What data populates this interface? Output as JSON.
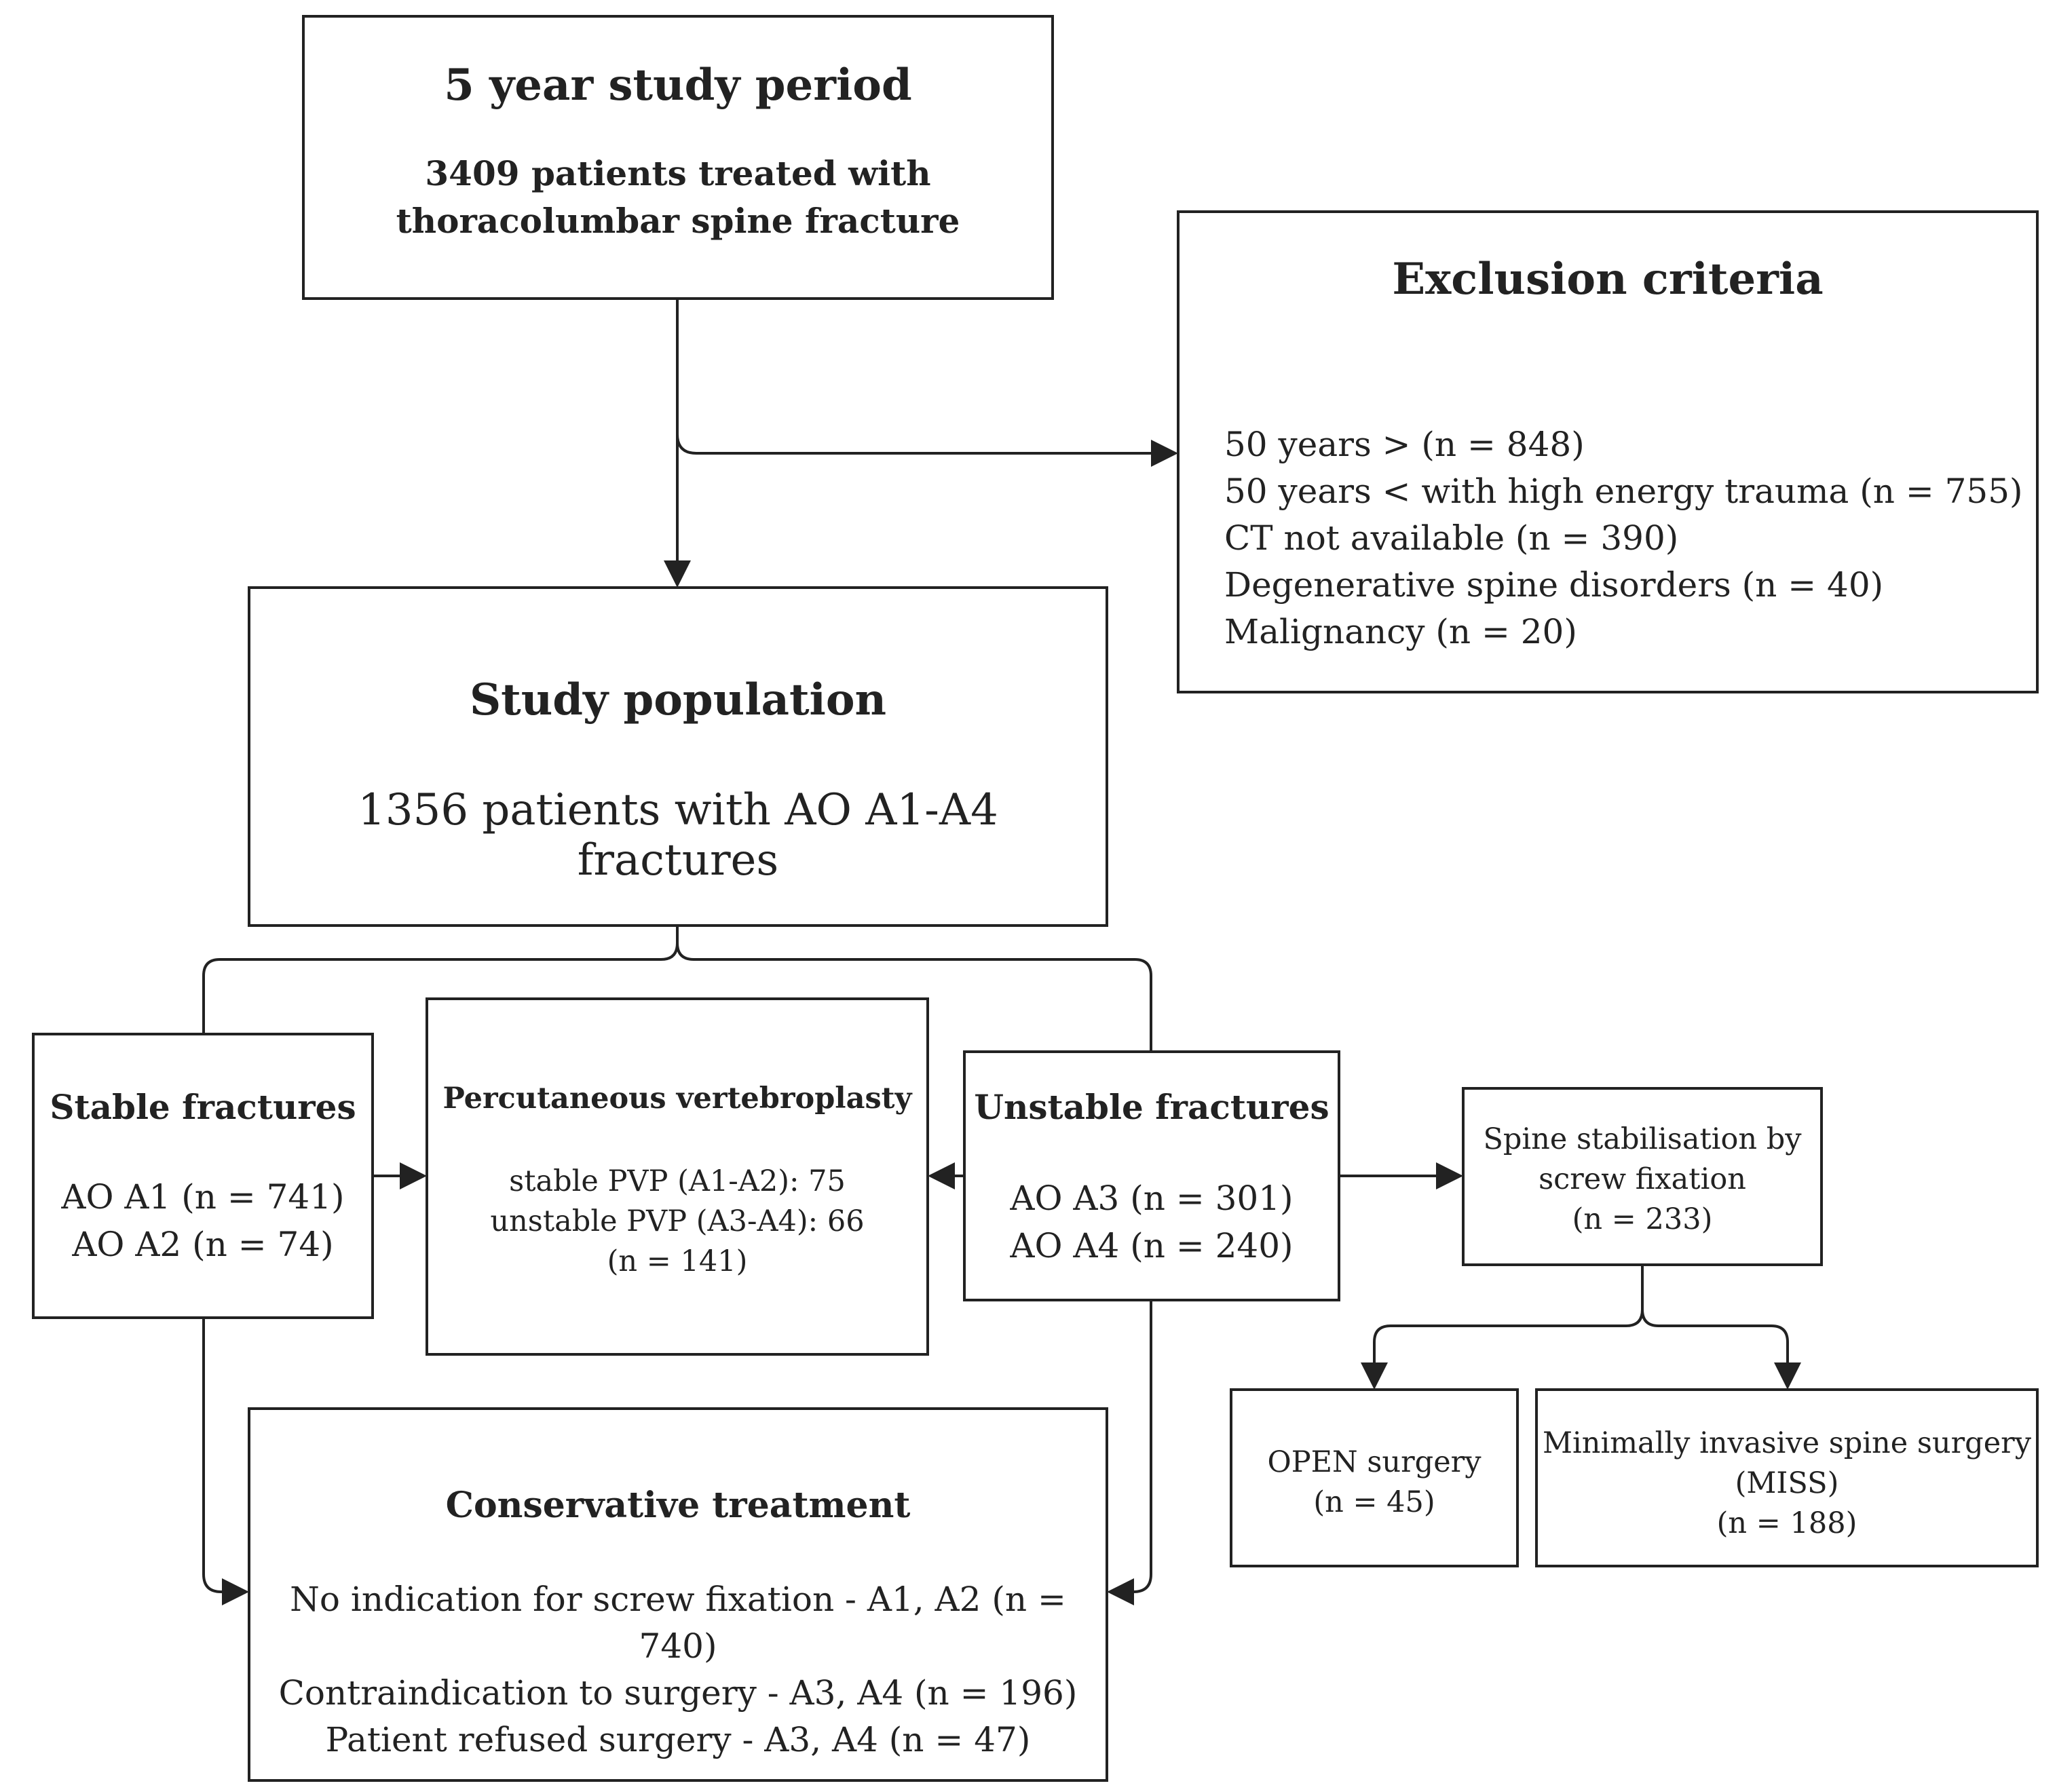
{
  "study_period": {
    "title": "5 year study period",
    "subtitle_lines": [
      "3409 patients treated with",
      "thoracolumbar spine fracture"
    ]
  },
  "exclusion": {
    "title": "Exclusion criteria",
    "items": [
      "50 years > (n = 848)",
      "50 years < with high energy trauma (n = 755)",
      "CT not available (n = 390)",
      "Degenerative spine disorders (n = 40)",
      "Malignancy  (n = 20)"
    ]
  },
  "population": {
    "title": "Study population",
    "subtitle": "1356 patients with AO A1-A4 fractures"
  },
  "stable": {
    "title": "Stable fractures",
    "items": [
      "AO A1 (n = 741)",
      "AO A2 (n = 74)"
    ]
  },
  "pvp": {
    "title": "Percutaneous vertebroplasty",
    "items": [
      "stable PVP (A1-A2): 75",
      "unstable PVP (A3-A4): 66",
      "(n = 141)"
    ]
  },
  "unstable": {
    "title": "Unstable fractures",
    "items": [
      "AO A3 (n = 301)",
      "AO A4 (n = 240)"
    ]
  },
  "fixation": {
    "items": [
      "Spine stabilisation by",
      "screw fixation",
      "(n = 233)"
    ]
  },
  "open_surgery": {
    "items": [
      "OPEN surgery",
      "(n = 45)"
    ]
  },
  "miss": {
    "items": [
      "Minimally invasive spine surgery",
      "(MISS)",
      "(n = 188)"
    ]
  },
  "conservative": {
    "title": "Conservative treatment",
    "items": [
      "No indication for screw fixation - A1, A2 (n = 740)",
      "Contraindication to surgery - A3, A4 (n = 196)",
      "Patient refused surgery - A3, A4 (n = 47)"
    ]
  },
  "colors": {
    "line": "#222222",
    "background": "#ffffff"
  }
}
